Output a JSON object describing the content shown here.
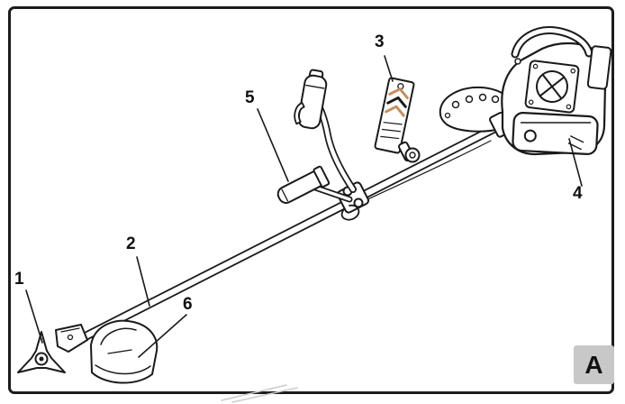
{
  "diagram": {
    "callouts": [
      {
        "id": "1"
      },
      {
        "id": "2"
      },
      {
        "id": "3"
      },
      {
        "id": "4"
      },
      {
        "id": "5"
      },
      {
        "id": "6"
      }
    ],
    "corner_label": "A",
    "colors": {
      "line": "#1a1a1a",
      "tag_accent": "#c68e5f",
      "badge_bg": "#c8c8c8"
    }
  }
}
